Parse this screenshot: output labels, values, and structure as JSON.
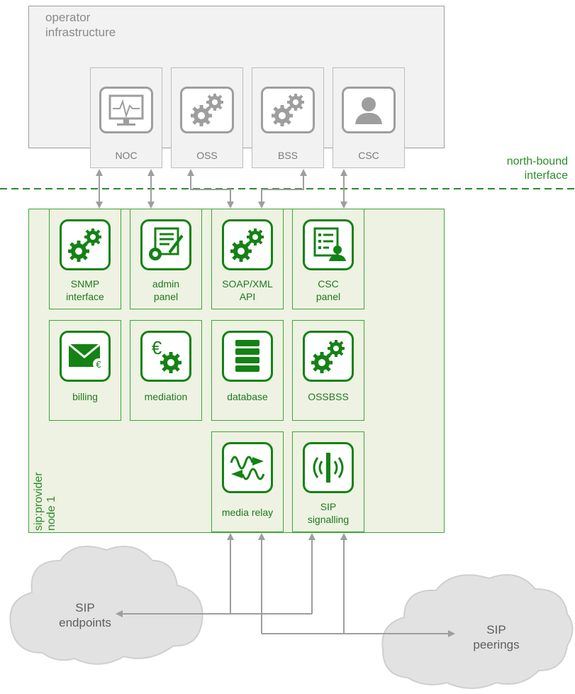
{
  "operator": {
    "title_line1": "operator",
    "title_line2": "infrastructure",
    "tiles": [
      {
        "label": "NOC",
        "icon": "monitor-icon"
      },
      {
        "label": "OSS",
        "icon": "gears-icon"
      },
      {
        "label": "BSS",
        "icon": "gears-icon"
      },
      {
        "label": "CSC",
        "icon": "person-icon"
      }
    ]
  },
  "interface": {
    "line1": "north-bound",
    "line2": "interface"
  },
  "node": {
    "label_line1": "sip:provider",
    "label_line2": "node 1",
    "tiles": {
      "snmp": {
        "line1": "SNMP",
        "line2": "interface"
      },
      "admin": {
        "line1": "admin",
        "line2": "panel"
      },
      "soap": {
        "line1": "SOAP/XML",
        "line2": "API"
      },
      "csc": {
        "line1": "CSC",
        "line2": "panel"
      },
      "billing": {
        "line1": "billing"
      },
      "mediation": {
        "line1": "mediation"
      },
      "database": {
        "line1": "database"
      },
      "ossbss": {
        "line1": "OSSBSS"
      },
      "media_relay": {
        "line1": "media relay"
      },
      "sip_signalling": {
        "line1": "SIP",
        "line2": "signalling"
      }
    }
  },
  "clouds": {
    "endpoints": {
      "line1": "SIP",
      "line2": "endpoints"
    },
    "peerings": {
      "line1": "SIP",
      "line2": "peerings"
    }
  },
  "colors": {
    "green": "#148214",
    "light_green_bg": "#eef2e2",
    "grey": "#9e9e9e",
    "grey_bg": "#f2f2f2",
    "dashed_line": "#2e8b2e"
  }
}
